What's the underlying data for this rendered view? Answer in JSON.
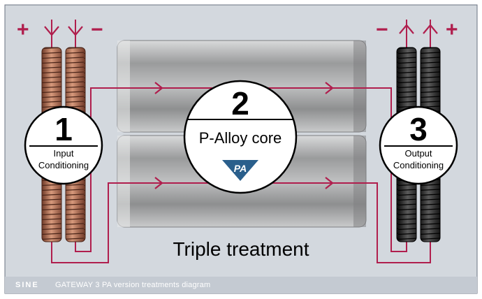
{
  "title": "Triple treatment",
  "footer": {
    "brand": "SINE",
    "caption": "GATEWAY 3 PA version treatments diagram"
  },
  "stages": [
    {
      "number": "1",
      "label_line1": "Input",
      "label_line2": "Conditioning"
    },
    {
      "number": "2",
      "label": "P-Alloy core",
      "logo_text": "PA"
    },
    {
      "number": "3",
      "label_line1": "Output",
      "label_line2": "Conditioning"
    }
  ],
  "terminals": {
    "left_plus": "+",
    "left_minus": "−",
    "right_plus": "+",
    "right_minus": "−"
  },
  "colors": {
    "background": "#d3d8de",
    "wire": "#b01e4d",
    "copper_coil": "#b86a4c",
    "black_coil": "#2e2e2e",
    "core": "#a9aaab",
    "logo": "#2a5f8c"
  }
}
